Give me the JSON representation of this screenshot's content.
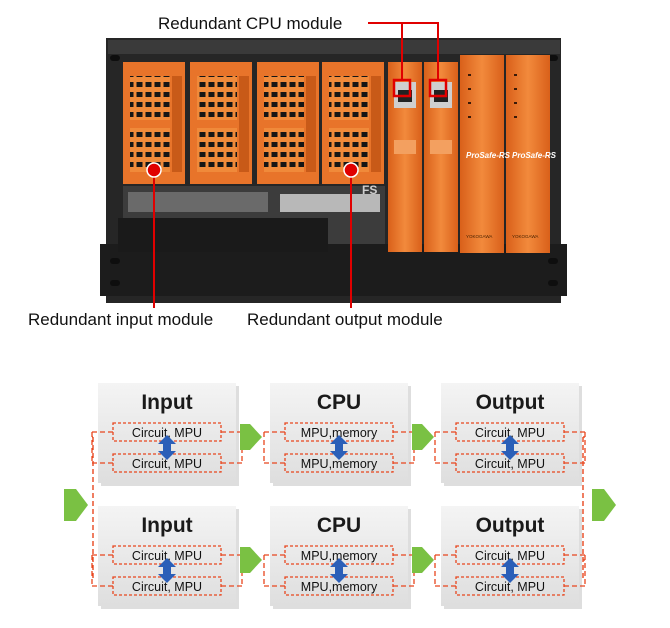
{
  "photo_labels": {
    "cpu": "Redundant CPU module",
    "input": "Redundant input module",
    "output": "Redundant output module"
  },
  "brand_text": "ProSafe-RS",
  "maker_text": "YOKOGAWA",
  "rack_mark": "FS",
  "diagram": {
    "rows": [
      {
        "blocks": [
          {
            "title": "Input",
            "sub": [
              "Circuit, MPU",
              "Circuit, MPU"
            ]
          },
          {
            "title": "CPU",
            "sub": [
              "MPU,memory",
              "MPU,memory"
            ]
          },
          {
            "title": "Output",
            "sub": [
              "Circuit, MPU",
              "Circuit, MPU"
            ]
          }
        ]
      },
      {
        "blocks": [
          {
            "title": "Input",
            "sub": [
              "Circuit, MPU",
              "Circuit, MPU"
            ]
          },
          {
            "title": "CPU",
            "sub": [
              "MPU,memory",
              "MPU,memory"
            ]
          },
          {
            "title": "Output",
            "sub": [
              "Circuit, MPU",
              "Circuit, MPU"
            ]
          }
        ]
      }
    ]
  },
  "colors": {
    "module_orange": "#e8742a",
    "dash_red": "#e8461e",
    "arrow_green": "#7ac143",
    "double_arrow_blue": "#2b5fb8",
    "block_gray": "#e9e9e9"
  }
}
